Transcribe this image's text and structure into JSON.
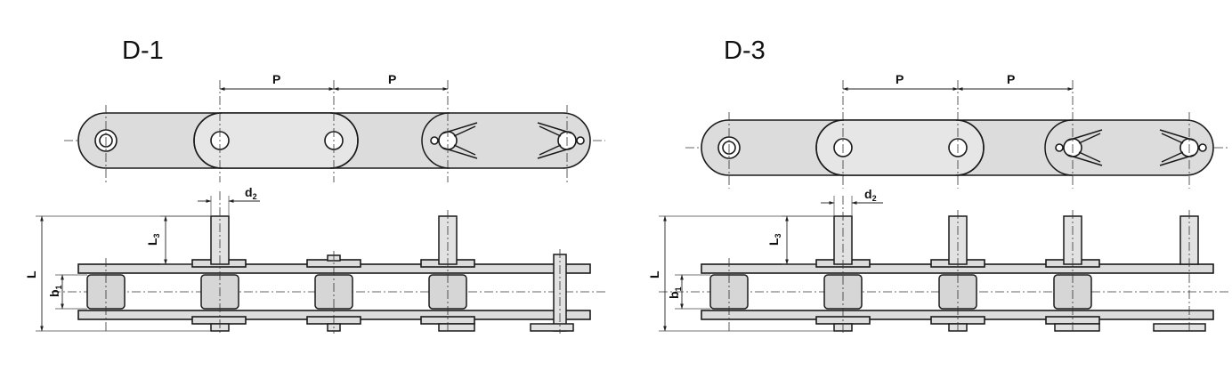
{
  "figures": [
    {
      "title": "D-1",
      "pitch_label": "P",
      "dims": {
        "d": "d",
        "d_sub": "2",
        "L": "L",
        "L3": "L",
        "L3_sub": "3",
        "b": "b",
        "b_sub": "1"
      }
    },
    {
      "title": "D-3",
      "pitch_label": "P",
      "dims": {
        "d": "d",
        "d_sub": "2",
        "L": "L",
        "L3": "L",
        "L3_sub": "3",
        "b": "b",
        "b_sub": "1"
      }
    }
  ]
}
